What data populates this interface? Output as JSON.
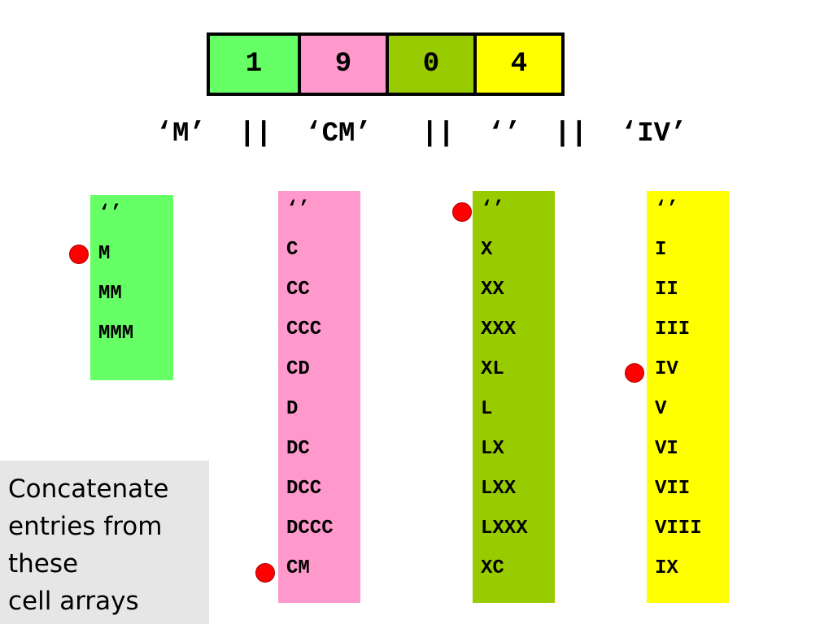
{
  "digits": [
    {
      "label": "1",
      "color": "#66ff66"
    },
    {
      "label": "9",
      "color": "#ff99cc"
    },
    {
      "label": "0",
      "color": "#99cc00"
    },
    {
      "label": "4",
      "color": "#ffff00"
    }
  ],
  "expression": "‘M’  ||  ‘CM’   ||  ‘’  ||  ‘IV’",
  "columns": {
    "thousands": {
      "color": "#66ff66",
      "entries": [
        "‘’",
        "M",
        "MM",
        "MMM"
      ],
      "selected": "M"
    },
    "hundreds": {
      "color": "#ff99cc",
      "entries": [
        "‘’",
        "C",
        "CC",
        "CCC",
        "CD",
        "D",
        "DC",
        "DCC",
        "DCCC",
        "CM"
      ],
      "selected": "CM"
    },
    "tens": {
      "color": "#99cc00",
      "entries": [
        "‘’",
        "X",
        "XX",
        "XXX",
        "XL",
        "L",
        "LX",
        "LXX",
        "LXXX",
        "XC"
      ],
      "selected": "‘’"
    },
    "ones": {
      "color": "#ffff00",
      "entries": [
        "‘’",
        "I",
        "II",
        "III",
        "IV",
        "V",
        "VI",
        "VII",
        "VIII",
        "IX"
      ],
      "selected": "IV"
    }
  },
  "marker_color": "#ff0000",
  "caption": {
    "lines": [
      "Concatenate",
      "entries from",
      "these",
      "cell arrays"
    ]
  }
}
